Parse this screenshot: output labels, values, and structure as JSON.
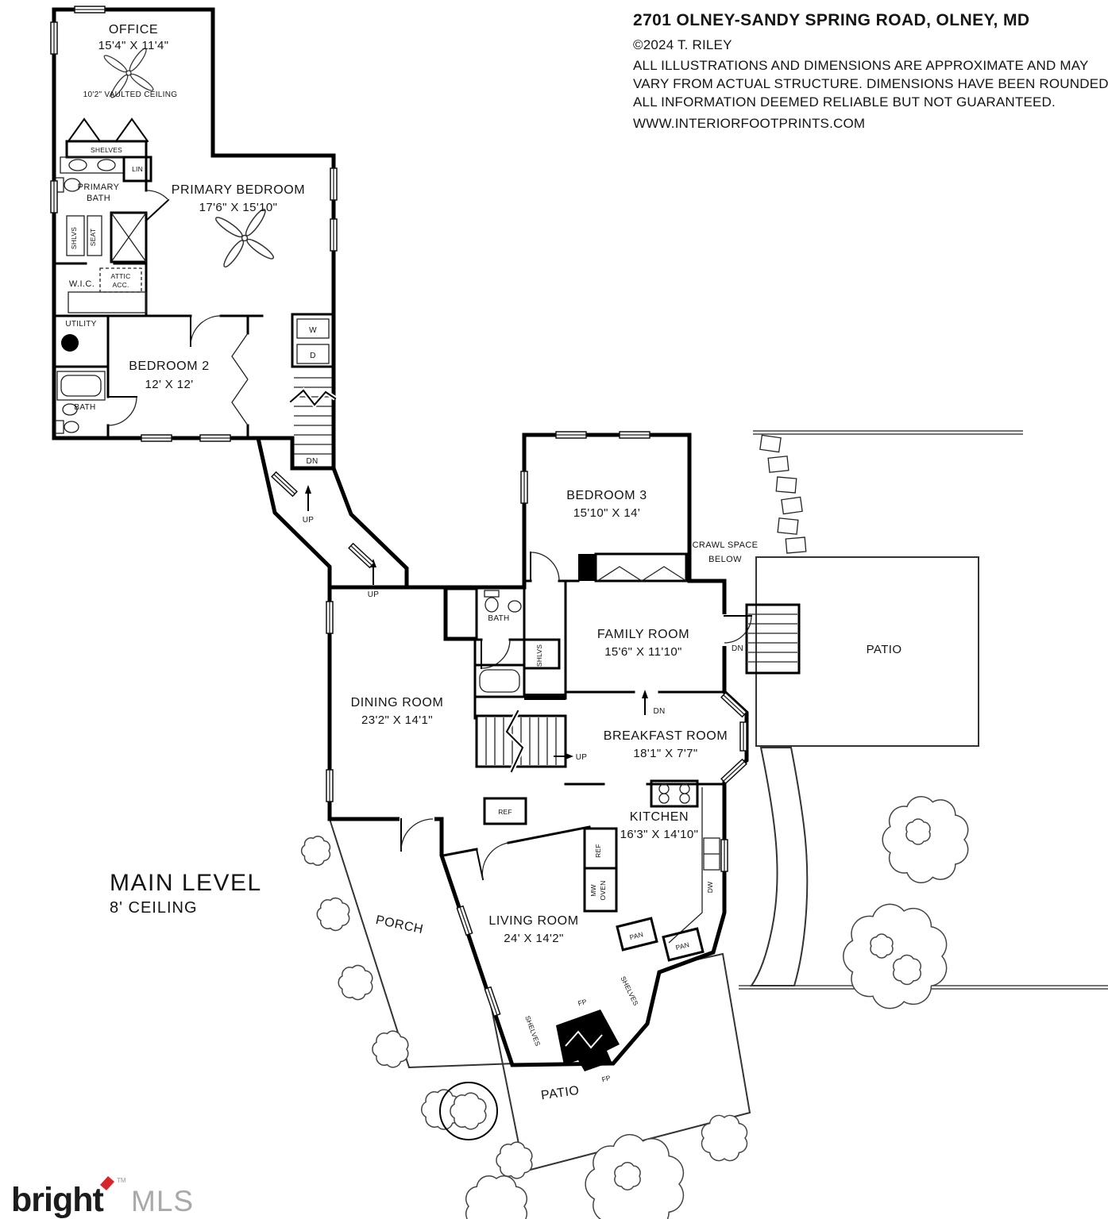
{
  "header": {
    "address": "2701 OLNEY-SANDY SPRING ROAD, OLNEY, MD",
    "copyright": "©2024 T. RILEY",
    "disclaimer": [
      "ALL ILLUSTRATIONS AND DIMENSIONS ARE APPROXIMATE AND MAY",
      "VARY FROM ACTUAL STRUCTURE. DIMENSIONS HAVE BEEN ROUNDED.",
      "ALL INFORMATION DEEMED RELIABLE BUT NOT GUARANTEED."
    ],
    "website": "WWW.INTERIORFOOTPRINTS.COM"
  },
  "level": {
    "title": "MAIN LEVEL",
    "ceiling": "8' CEILING"
  },
  "rooms": {
    "office": {
      "name": "OFFICE",
      "dims": "15'4\" X 11'4\"",
      "note": "10'2\" VAULTED CEILING"
    },
    "primary_bath": {
      "line1": "PRIMARY",
      "line2": "BATH"
    },
    "primary_bedroom": {
      "name": "PRIMARY BEDROOM",
      "dims": "17'6\" X 15'10\""
    },
    "wic": {
      "name": "W.I.C."
    },
    "utility": {
      "name": "UTILITY"
    },
    "bath_upper": {
      "name": "BATH"
    },
    "bedroom2": {
      "name": "BEDROOM 2",
      "dims": "12' X 12'"
    },
    "bedroom3": {
      "name": "BEDROOM 3",
      "dims": "15'10\" X 14'"
    },
    "crawl_space": {
      "line1": "CRAWL SPACE",
      "line2": "BELOW"
    },
    "family_room": {
      "name": "FAMILY ROOM",
      "dims": "15'6\" X 11'10\""
    },
    "patio_upper": {
      "name": "PATIO"
    },
    "bath_main": {
      "name": "BATH"
    },
    "dining_room": {
      "name": "DINING ROOM",
      "dims": "23'2\" X 14'1\""
    },
    "breakfast_room": {
      "name": "BREAKFAST ROOM",
      "dims": "18'1\" X 7'7\""
    },
    "kitchen": {
      "name": "KITCHEN",
      "dims": "16'3\" X 14'10\""
    },
    "living_room": {
      "name": "LIVING ROOM",
      "dims": "24' X 14'2\""
    },
    "porch": {
      "name": "PORCH"
    },
    "patio_lower": {
      "name": "PATIO"
    }
  },
  "fixtures": {
    "shelves": "SHELVES",
    "shlvs": "SHLVS",
    "lin": "LIN",
    "seat": "SEAT",
    "attic_line1": "ATTIC",
    "attic_line2": "ACC.",
    "washer": "W",
    "dryer": "D",
    "up": "UP",
    "dn": "DN",
    "ref": "REF",
    "mw": "MW",
    "oven": "OVEN",
    "dw": "DW",
    "pan": "PAN",
    "fp": "FP"
  },
  "logo": {
    "brand": "bright",
    "tm": "TM",
    "suffix": "MLS"
  }
}
